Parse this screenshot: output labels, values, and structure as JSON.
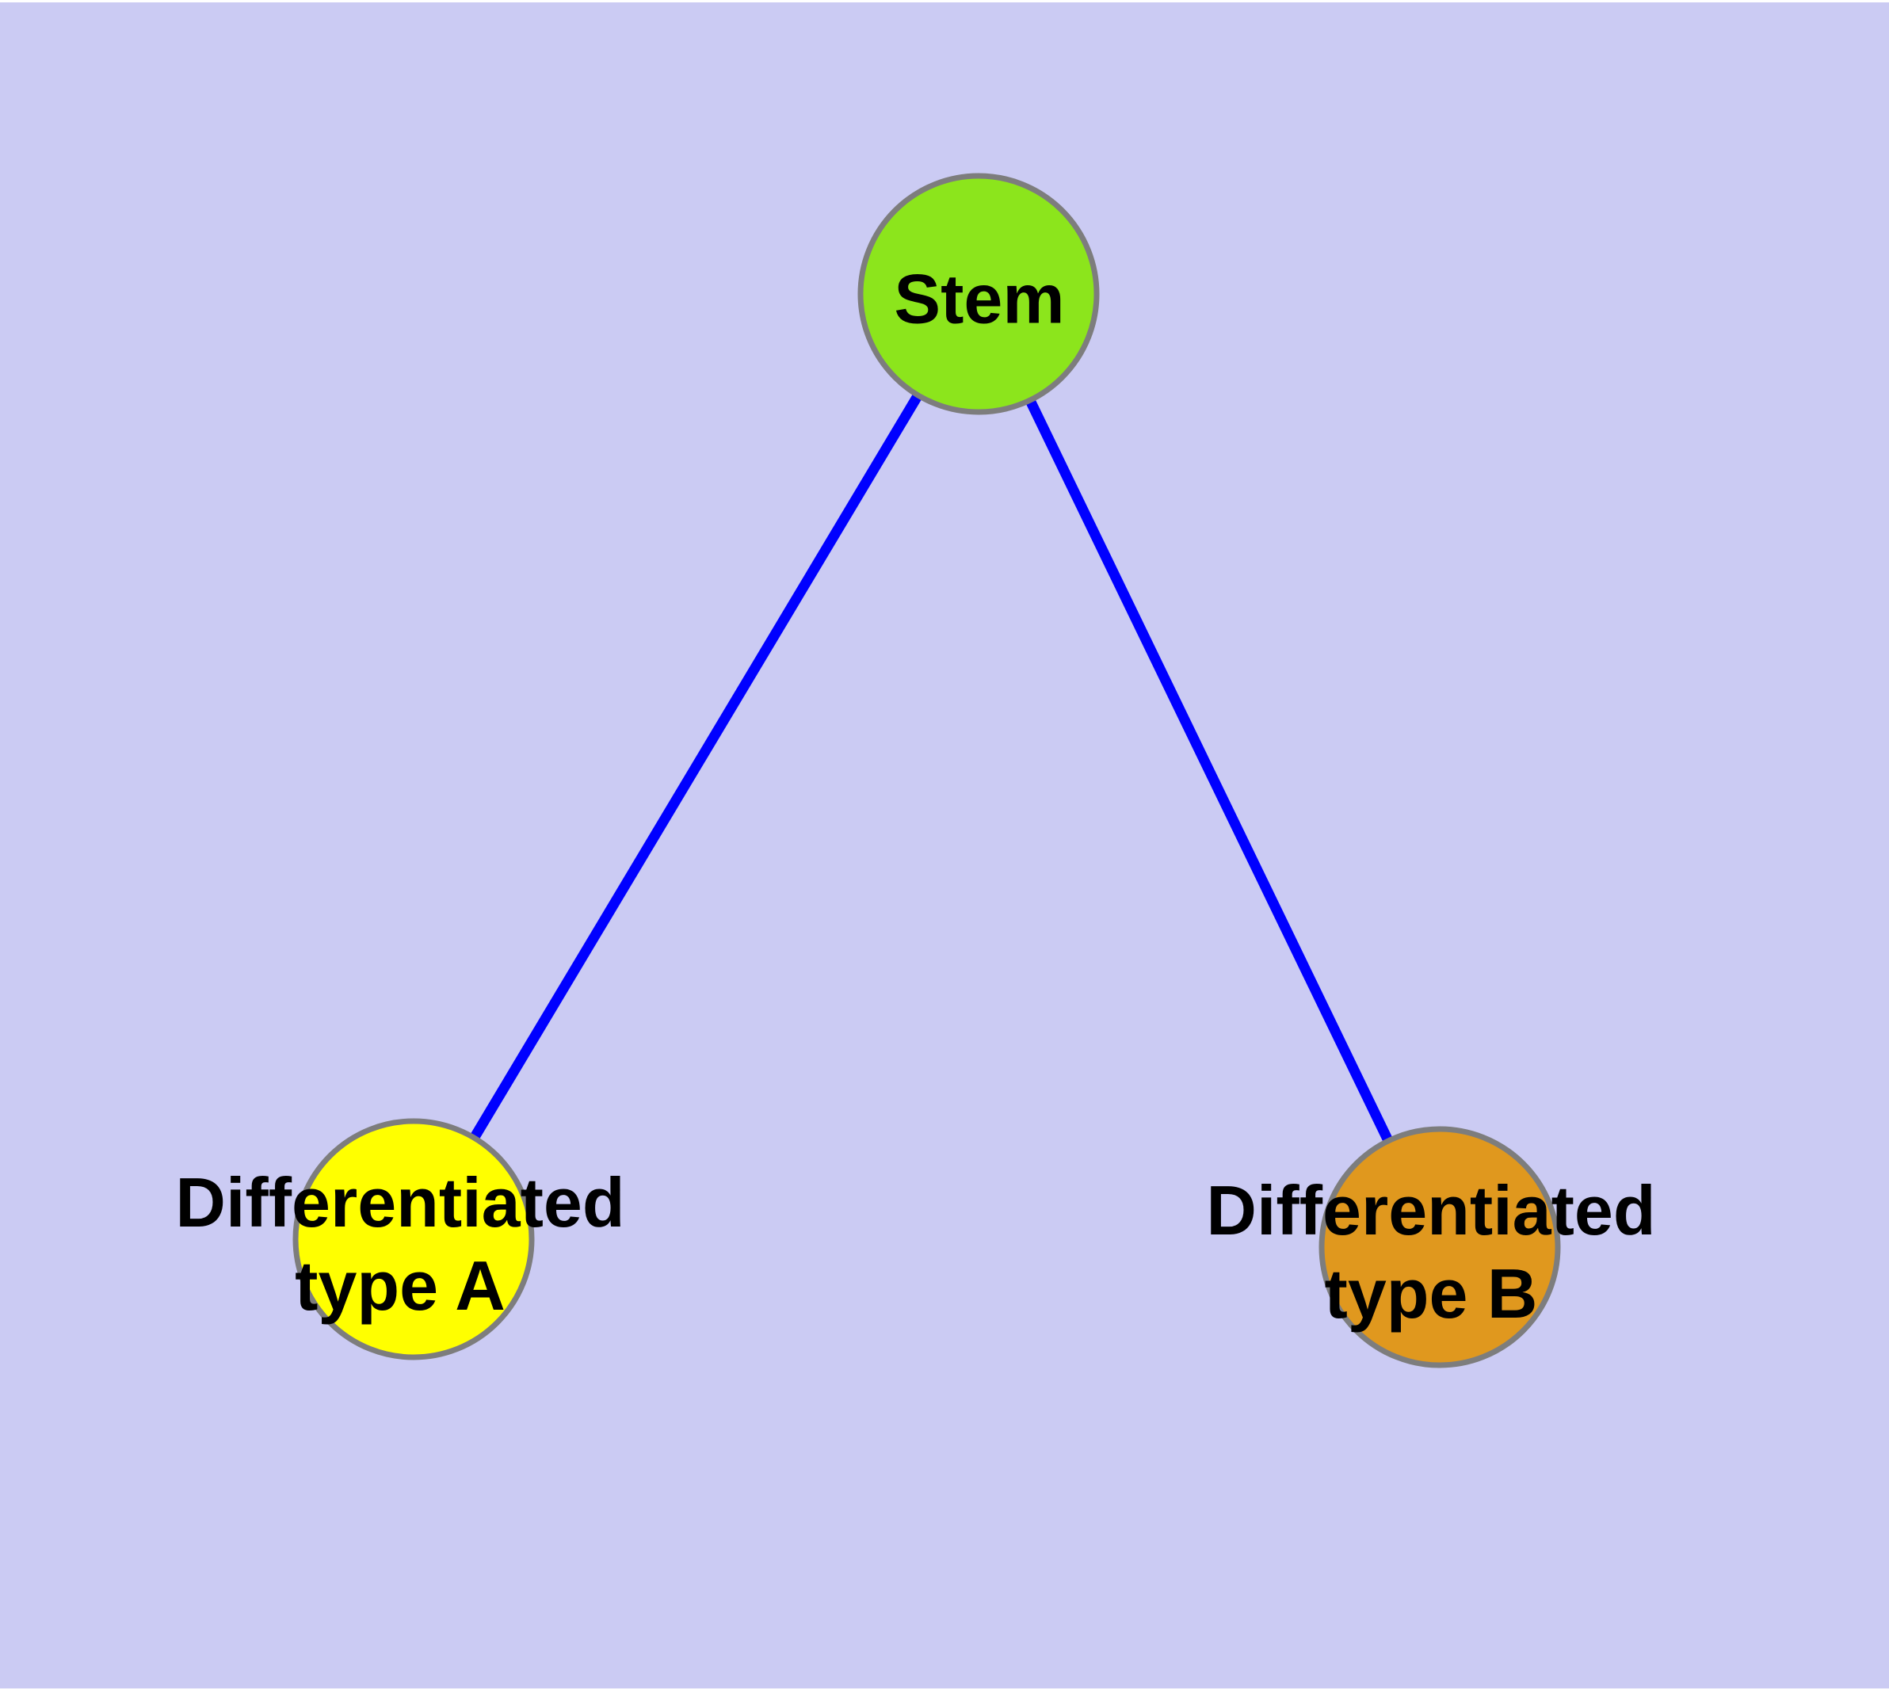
{
  "diagram": {
    "title": "",
    "background_color": "#cbcbf3",
    "page_margin_color": "#ffffff",
    "edge_color": "#0000ff",
    "node_border_color": "#7d7d7d",
    "label_text_color": "#000000",
    "nodes": [
      {
        "id": "stem",
        "label": "Stem",
        "label_lines": [
          "Stem"
        ],
        "fill": "#8ce51c"
      },
      {
        "id": "typeA",
        "label": "Differentiated type A",
        "label_lines": [
          "Differentiated",
          "type A"
        ],
        "fill": "#ffff00"
      },
      {
        "id": "typeB",
        "label": "Differentiated type B",
        "label_lines": [
          "Differentiated",
          "type B"
        ],
        "fill": "#e0981e"
      }
    ],
    "edges": [
      {
        "from": "Stem",
        "to": "Differentiated type A"
      },
      {
        "from": "Stem",
        "to": "Differentiated type B"
      }
    ]
  }
}
